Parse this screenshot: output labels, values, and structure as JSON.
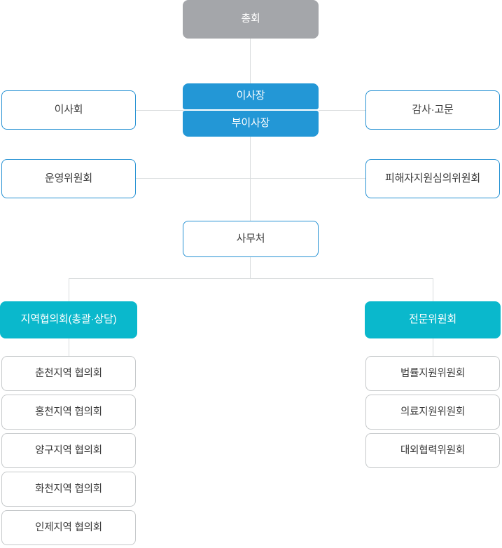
{
  "page": {
    "title": "조직도",
    "colors": {
      "assembly_gray": "#a4a6aa",
      "chair_blue": "#2397d6",
      "outline_blue": "#2591d3",
      "group_teal": "#0ab8cc",
      "leaf_outline_gray": "#c5c8ca",
      "connector_gray": "#d9dcdd",
      "text_dark": "#3a3a3a",
      "text_light": "#ffffff"
    }
  },
  "nodes": {
    "assembly": {
      "label": "총회"
    },
    "chairman": {
      "label": "이사장"
    },
    "vice_chairman": {
      "label": "부이사장"
    },
    "board": {
      "label": "이사회"
    },
    "auditor_advisor": {
      "label": "감사·고문"
    },
    "steering_committee": {
      "label": "운영위원회"
    },
    "victim_support_review_committee": {
      "label": "피해자지원심의위원회"
    },
    "secretariat": {
      "label": "사무처"
    }
  },
  "groups": {
    "regional": {
      "header": "지역협의회(총괄·상담)",
      "items": [
        {
          "label": "춘천지역 협의회"
        },
        {
          "label": "홍천지역 협의회"
        },
        {
          "label": "양구지역 협의회"
        },
        {
          "label": "화천지역 협의회"
        },
        {
          "label": "인제지역 협의회"
        }
      ]
    },
    "expert": {
      "header": "전문위원회",
      "items": [
        {
          "label": "법률지원위원회"
        },
        {
          "label": "의료지원위원회"
        },
        {
          "label": "대외협력위원회"
        }
      ]
    }
  }
}
